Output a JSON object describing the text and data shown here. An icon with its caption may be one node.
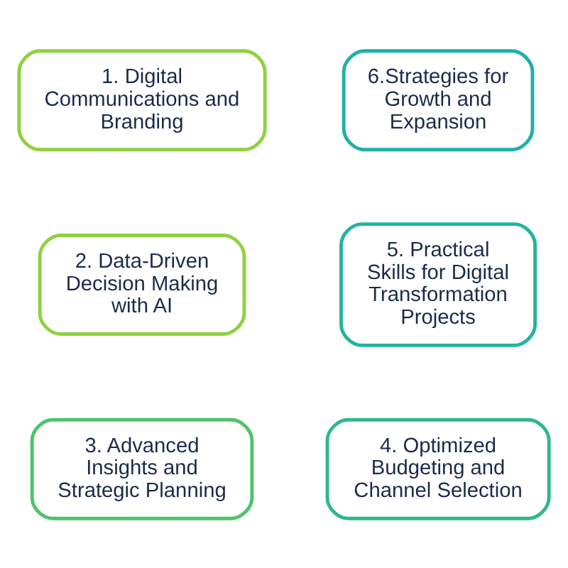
{
  "diagram": {
    "nodes": [
      {
        "text": [
          "1. Digital Communications and Branding"
        ]
      },
      {
        "text": [
          "2. Data-Driven Decision Making with AI"
        ]
      },
      {
        "text": [
          "3. Advanced Insights and Strategic Planning"
        ]
      },
      {
        "text": [
          "4. Optimized Budgeting and Channel Selection"
        ]
      },
      {
        "text": [
          "5. Practical Skills for Digital Transformation Projects"
        ]
      },
      {
        "text": [
          "6.Strategies for Growth and Expansion"
        ]
      }
    ]
  }
}
